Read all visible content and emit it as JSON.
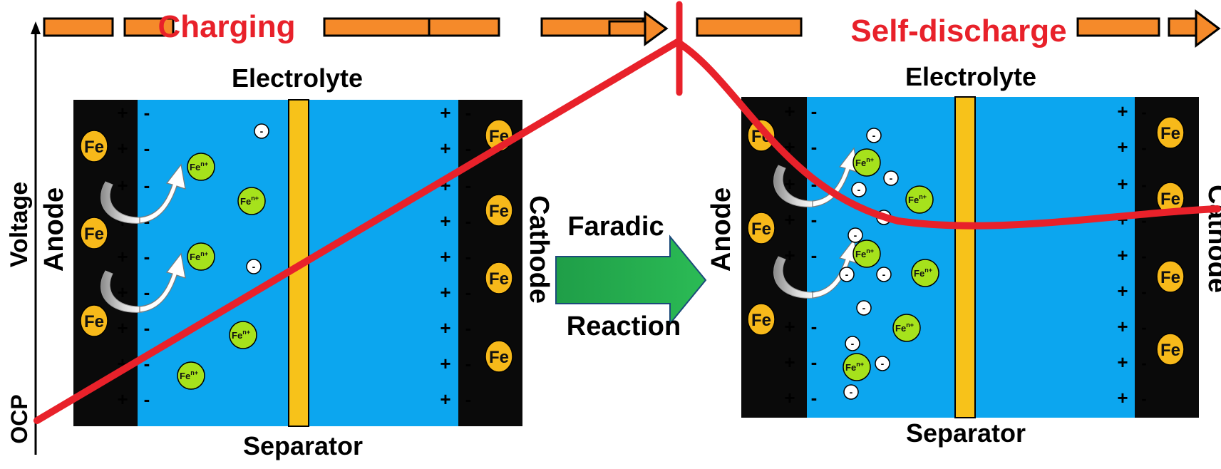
{
  "timeline": {
    "charging_label": "Charging",
    "self_discharge_label": "Self-discharge"
  },
  "axes": {
    "y_label": "Voltage",
    "origin_label": "OCP"
  },
  "arrow": {
    "line1": "Faradic",
    "line2": "Reaction"
  },
  "cells": [
    {
      "electrolyte_label": "Electrolyte",
      "separator_label": "Separator",
      "anode_label": "Anode",
      "cathode_label": "Cathode",
      "metal_label": "Fe",
      "ion_label": "Fe",
      "ion_superscript": "n+",
      "anion_symbol": "-",
      "positive_symbol": "+",
      "negative_symbol": "-"
    },
    {
      "electrolyte_label": "Electrolyte",
      "separator_label": "Separator",
      "anode_label": "Anode",
      "cathode_label": "Cathode",
      "metal_label": "Fe",
      "ion_label": "Fe",
      "ion_superscript": "n+",
      "anion_symbol": "-",
      "positive_symbol": "+",
      "negative_symbol": "-"
    }
  ],
  "colors": {
    "curve": "#e8212a",
    "electrolyte": "#0ca6ef",
    "separator": "#f7c21a",
    "electrode": "#0a0a0a",
    "metal_atom": "#f7b91a",
    "ion": "#a6e21c",
    "timeline_bar": "#f58a2a",
    "reaction_arrow": "#1faa4a"
  }
}
